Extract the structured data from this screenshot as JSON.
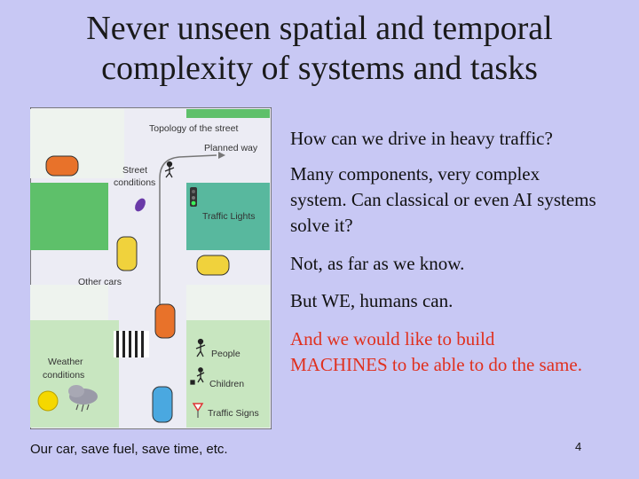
{
  "slide": {
    "title_lines": [
      "Never unseen spatial and temporal",
      "complexity of systems and tasks"
    ],
    "paragraphs": [
      {
        "text": "How can we drive in heavy traffic?",
        "color": "#111111"
      },
      {
        "text": "Many components, very complex system. Can classical or even AI systems solve it?",
        "color": "#111111"
      },
      {
        "text": "Not, as far as we know.",
        "color": "#111111"
      },
      {
        "text": "But WE, humans can.",
        "color": "#111111"
      },
      {
        "text": "And we would like to build MACHINES to be able to do the same.",
        "color": "#e0301e"
      }
    ],
    "caption": "Our car, save fuel, save time, etc.",
    "page_number": "4"
  },
  "diagram": {
    "labels": {
      "topology": "Topology of the street",
      "planned_way": "Planned way",
      "street_conditions_1": "Street",
      "street_conditions_2": "conditions",
      "traffic_lights": "Traffic Lights",
      "other_cars": "Other cars",
      "weather_1": "Weather",
      "weather_2": "conditions",
      "people": "People",
      "children": "Children",
      "traffic_signs": "Traffic Signs"
    },
    "colors": {
      "block_green": "#5ec06a",
      "block_teal": "#58b89e",
      "block_light": "#c8e6c0",
      "road": "#ececf4",
      "car_orange": "#e8722a",
      "car_yellow": "#f0d23c",
      "car_blue": "#4aa8e0"
    }
  }
}
